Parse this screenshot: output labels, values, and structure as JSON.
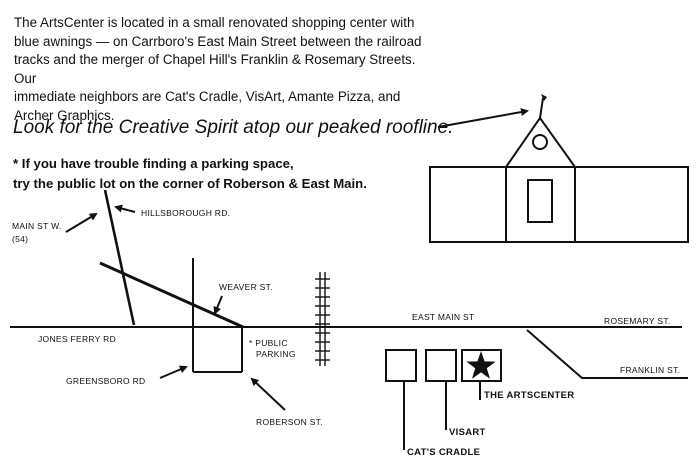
{
  "intro": {
    "line1": "The ArtsCenter is located in a small renovated shopping center with",
    "line2": "blue awnings — on Carrboro's East Main Street between the railroad",
    "line3": "tracks and the merger of Chapel Hill's Franklin & Rosemary Streets. Our",
    "line4": "immediate neighbors are Cat's Cradle, VisArt, Amante Pizza, and",
    "line5": "Archer Graphics."
  },
  "tagline": "Look for the Creative Spirit atop our peaked roofline.",
  "parking_note": {
    "line1": "* If you have trouble finding a parking space,",
    "line2": "try the public lot on the corner of Roberson & East Main."
  },
  "map": {
    "labels": {
      "main_st_w": "MAIN ST W.",
      "route_54": "(54)",
      "hillsborough_rd": "HILLSBOROUGH RD.",
      "weaver_st": "WEAVER ST.",
      "east_main_st": "EAST MAIN ST",
      "rosemary_st": "ROSEMARY ST.",
      "jones_ferry_rd": "JONES FERRY RD",
      "public": "* PUBLIC",
      "parking": "PARKING",
      "greensboro_rd": "GREENSBORO RD",
      "franklin_st": "FRANKLIN ST.",
      "roberson_st": "ROBERSON ST.",
      "artscenter": "THE ARTSCENTER",
      "visart": "VISART",
      "cats_cradle": "CAT'S CRADLE"
    },
    "colors": {
      "ink": "#111111",
      "paper": "#ffffff"
    }
  }
}
